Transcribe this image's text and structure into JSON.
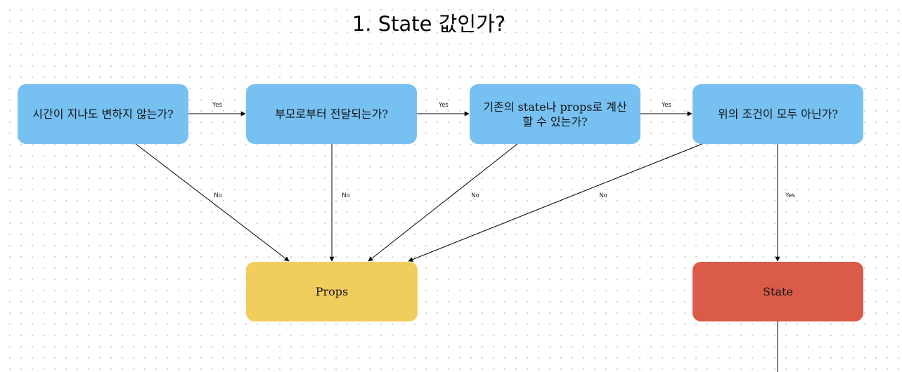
{
  "title": "1. State 값인가?",
  "nodes": {
    "q1": "시간이 지나도 변하지 않는가?",
    "q2": "부모로부터 전달되는가?",
    "q3": "기존의 state나 props로 계산할 수 있는가?",
    "q4": "위의 조건이 모두 아닌가?",
    "props": "Props",
    "state": "State"
  },
  "edges": {
    "yes1": "Yes",
    "yes2": "Yes",
    "yes3": "Yes",
    "yes4": "Yes",
    "no1": "No",
    "no2": "No",
    "no3": "No",
    "no4": "No"
  }
}
